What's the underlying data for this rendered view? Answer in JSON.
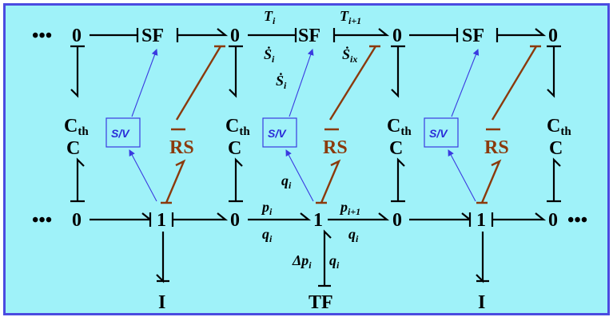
{
  "labels": {
    "ellipsis": "•••",
    "zero": "0",
    "one": "1",
    "sf": "SF",
    "cth_main": "C",
    "cth_sub": "th",
    "c": "C",
    "rs": "RS",
    "sv": "S/V",
    "inertia": "I",
    "tf": "TF",
    "T_i_main": "T",
    "T_i_sub": "i",
    "S_i_main": "Ṡ",
    "S_i_sub": "i",
    "T_ip1_main": "T",
    "T_ip1_sub": "i+1",
    "S_ix_main": "Ṡ",
    "S_ix_sub": "ix",
    "p_i_main": "p",
    "p_i_sub": "i",
    "q_i_main": "q",
    "q_i_sub": "i",
    "p_ip1_main": "p",
    "p_ip1_sub": "i+1",
    "dp_i_main": "Δp",
    "dp_i_sub": "i"
  },
  "colors": {
    "background": "#9ff2f9",
    "frame": "#4b4be0",
    "resistive_source": "#8b3a0c",
    "signal": "#2a2ad8",
    "bond": "#000000"
  }
}
